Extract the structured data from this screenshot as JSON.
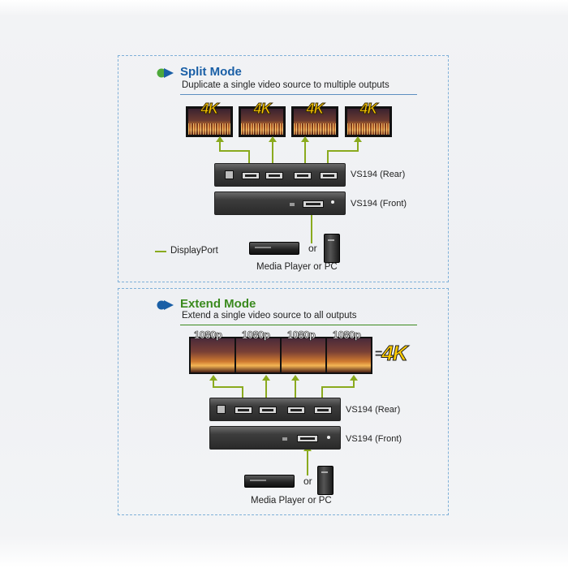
{
  "split": {
    "title": "Split Mode",
    "subtitle": "Duplicate a single video source to multiple outputs",
    "badge": "4K",
    "rear_label": "VS194 (Rear)",
    "front_label": "VS194 (Front)",
    "or": "or",
    "source_caption": "Media Player or PC",
    "legend": "DisplayPort"
  },
  "extend": {
    "title": "Extend Mode",
    "subtitle": "Extend a single video source to all outputs",
    "resolutions": [
      "1080p",
      "1080p",
      "1080p",
      "1080p"
    ],
    "equals": "=",
    "badge": "4K",
    "rear_label": "VS194 (Rear)",
    "front_label": "VS194 (Front)",
    "or": "or",
    "source_caption": "Media Player or PC"
  },
  "colors": {
    "split_title": "#1a5fa6",
    "extend_title": "#3a8a1e",
    "wire": "#8aaa1e",
    "border": "#7fb0d8"
  },
  "icons": {
    "mode_bullet": "arrow-bullet-icon",
    "media_player": "media-player-icon",
    "pc": "pc-tower-icon"
  }
}
